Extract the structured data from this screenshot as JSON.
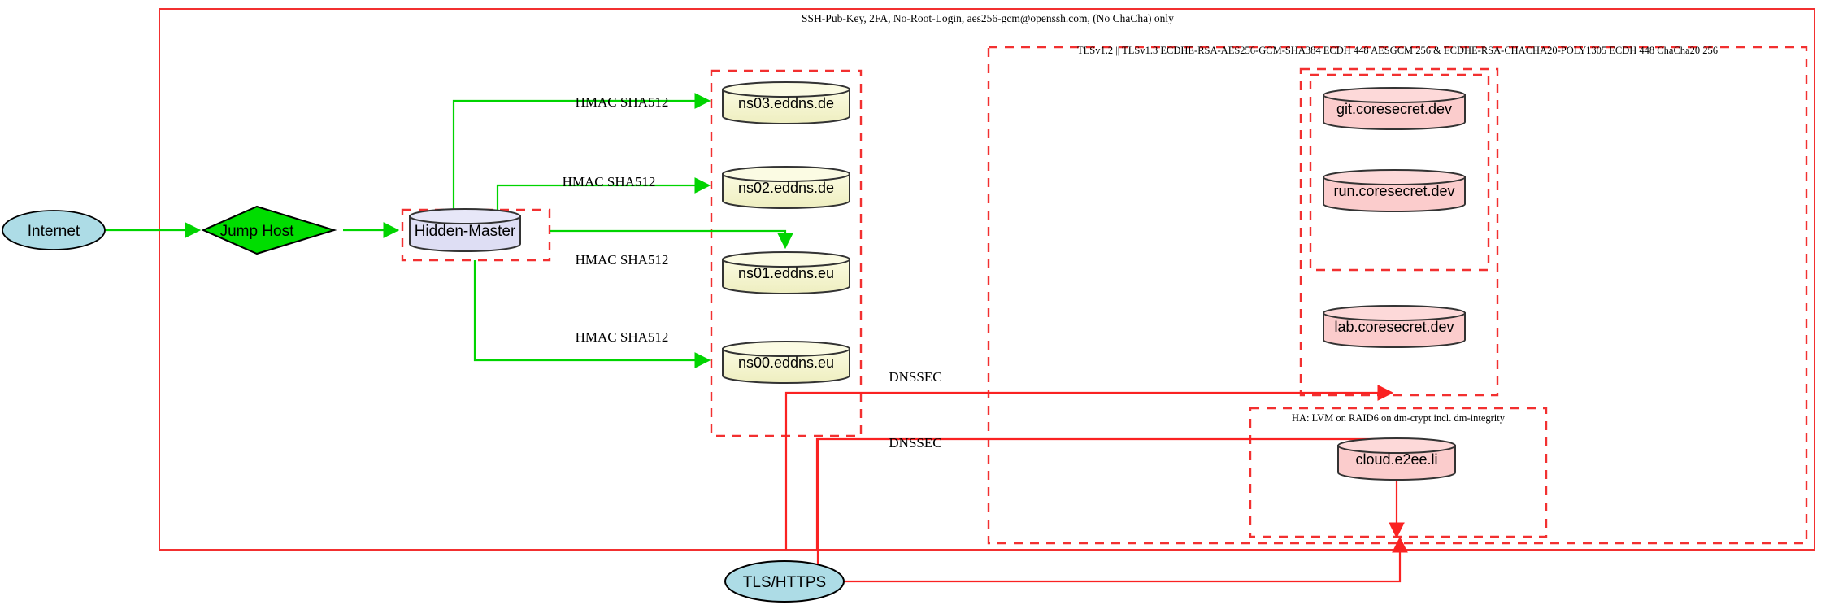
{
  "diagram": {
    "title_top": "SSH-Pub-Key, 2FA, No-Root-Login, aes256-gcm@openssh.com, (No ChaCha) only",
    "title_tls": "TLSv1.2 || TLSv1.3 ECDHE-RSA-AES256-GCM-SHA384 ECDH 448 AESGCM 256 & ECDHE-RSA-CHACHA20-POLY1305 ECDH 448 ChaCha20 256",
    "title_ha": "HA: LVM on RAID6 on dm-crypt incl. dm-integrity"
  },
  "nodes": {
    "internet": "Internet",
    "jump_host": "Jump Host",
    "hidden_master": "Hidden-Master",
    "tls_https": "TLS/HTTPS",
    "ns03": "ns03.eddns.de",
    "ns02": "ns02.eddns.de",
    "ns01": "ns01.eddns.eu",
    "ns00": "ns00.eddns.eu",
    "git": "git.coresecret.dev",
    "run": "run.coresecret.dev",
    "lab": "lab.coresecret.dev",
    "cloud": "cloud.e2ee.li"
  },
  "edge_labels": {
    "hmac_ns03": "HMAC SHA512",
    "hmac_ns02": "HMAC SHA512",
    "hmac_ns01": "HMAC SHA512",
    "hmac_ns00": "HMAC SHA512",
    "dnssec_upper": "DNSSEC",
    "dnssec_lower": "DNSSEC"
  },
  "colors": {
    "boundary_red": "#f23030",
    "edge_green": "#00d400",
    "edge_red": "#fa2222",
    "node_blue": "#addce6",
    "node_green": "#00dd00",
    "node_lavender": "#dedef4",
    "node_cream": "#f5f5cd",
    "node_pink": "#fbcccc"
  }
}
